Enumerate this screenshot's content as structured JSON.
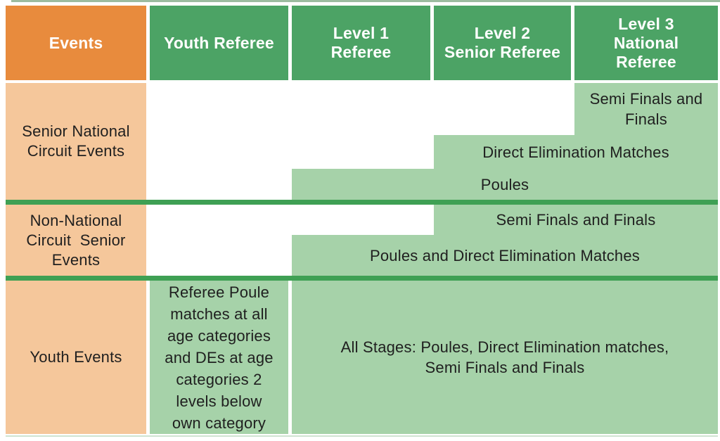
{
  "palette": {
    "orange_header": "#E88B3D",
    "green_header": "#4CA365",
    "light_orange": "#F5C79B",
    "light_green": "#A6D2A9",
    "separator_green": "#3FA054",
    "text_dark": "#1F1F1F",
    "background": "#FFFFFF",
    "edge_line": "#9CBCA0",
    "edge_line_light": "#CFE3D1"
  },
  "chart_data": {
    "type": "table",
    "title": "Referee levels and the event stages they may referee",
    "columns": [
      "Events",
      "Youth Referee",
      "Level 1 Referee",
      "Level 2 Senior Referee",
      "Level 3 National Referee"
    ],
    "rows": [
      {
        "event": "Senior National Circuit Events",
        "cells": [
          {
            "text": "Semi Finals and Finals",
            "columns": [
              "Level 3 National Referee"
            ]
          },
          {
            "text": "Direct Elimination Matches",
            "columns": [
              "Level 2 Senior Referee",
              "Level 3 National Referee"
            ]
          },
          {
            "text": "Poules",
            "columns": [
              "Level 1 Referee",
              "Level 2 Senior Referee",
              "Level 3 National Referee"
            ]
          }
        ]
      },
      {
        "event": "Non-National Circuit Senior Events",
        "cells": [
          {
            "text": "Semi Finals and Finals",
            "columns": [
              "Level 2 Senior Referee",
              "Level 3 National Referee"
            ]
          },
          {
            "text": "Poules and Direct Elimination Matches",
            "columns": [
              "Level 1 Referee",
              "Level 2 Senior Referee",
              "Level 3 National Referee"
            ]
          }
        ]
      },
      {
        "event": "Youth Events",
        "cells": [
          {
            "text": "Referee Poule matches at all age categories and DEs at age categories 2 levels below own category",
            "columns": [
              "Youth Referee"
            ]
          },
          {
            "text": "All Stages: Poules, Direct Elimination matches, Semi Finals and Finals",
            "columns": [
              "Level 1 Referee",
              "Level 2 Senior Referee",
              "Level 3 National Referee"
            ]
          }
        ]
      }
    ]
  },
  "display": {
    "header": {
      "events": "Events",
      "youth_referee": "Youth Referee",
      "level1": "Level 1\nReferee",
      "level2": "Level 2\nSenior Referee",
      "level3": "Level 3\nNational\nReferee"
    },
    "row_senior_national": {
      "label": "Senior National\nCircuit Events",
      "semi_finals": "Semi Finals and\nFinals",
      "direct_elimination": "Direct Elimination Matches",
      "poules": "Poules"
    },
    "row_non_national": {
      "label": "Non-National\nCircuit  Senior\nEvents",
      "semi_finals": "Semi Finals and Finals",
      "poules_de": "Poules and Direct Elimination Matches"
    },
    "row_youth": {
      "label": "Youth Events",
      "youth_referee_duties": "Referee Poule\nmatches at all\nage categories\nand DEs at age\ncategories 2\nlevels below\nown category",
      "all_stages": "All Stages: Poules, Direct Elimination matches,\nSemi Finals and Finals"
    }
  }
}
